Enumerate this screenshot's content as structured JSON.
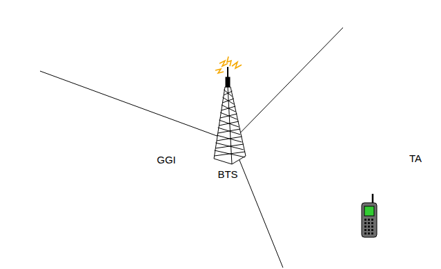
{
  "diagram": {
    "nodes": [
      {
        "text": [
          "TA"
        ]
      },
      {
        "text": [
          "GGI"
        ],
        "in": 0
      }
    ],
    "labels": [
      "BTS"
    ]
  }
}
